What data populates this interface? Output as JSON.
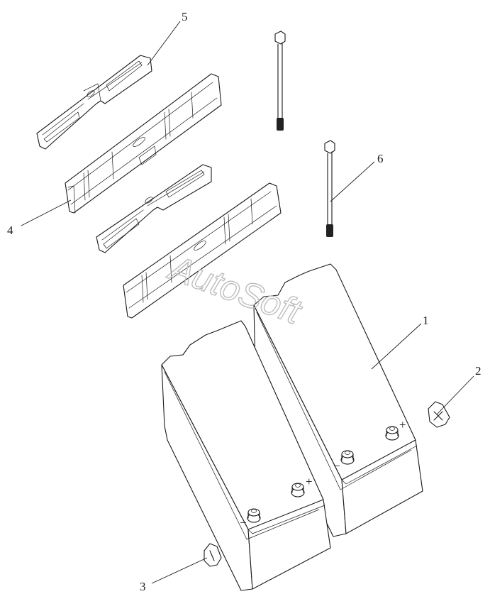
{
  "diagram": {
    "parts": [
      {
        "id": "1",
        "name": "battery-rear"
      },
      {
        "id": "2",
        "name": "positive-terminal-cap"
      },
      {
        "id": "3",
        "name": "negative-terminal-cap"
      },
      {
        "id": "4",
        "name": "battery-hold-down-frame"
      },
      {
        "id": "5",
        "name": "hold-down-clamp-strap"
      },
      {
        "id": "6",
        "name": "tie-rod-bolt"
      }
    ],
    "callouts": {
      "c1": "1",
      "c2": "2",
      "c3": "3",
      "c4": "4",
      "c5": "5",
      "c6": "6"
    },
    "terminal_marks": {
      "plus": "+",
      "minus": "−"
    },
    "watermark": "AutoSoft"
  }
}
